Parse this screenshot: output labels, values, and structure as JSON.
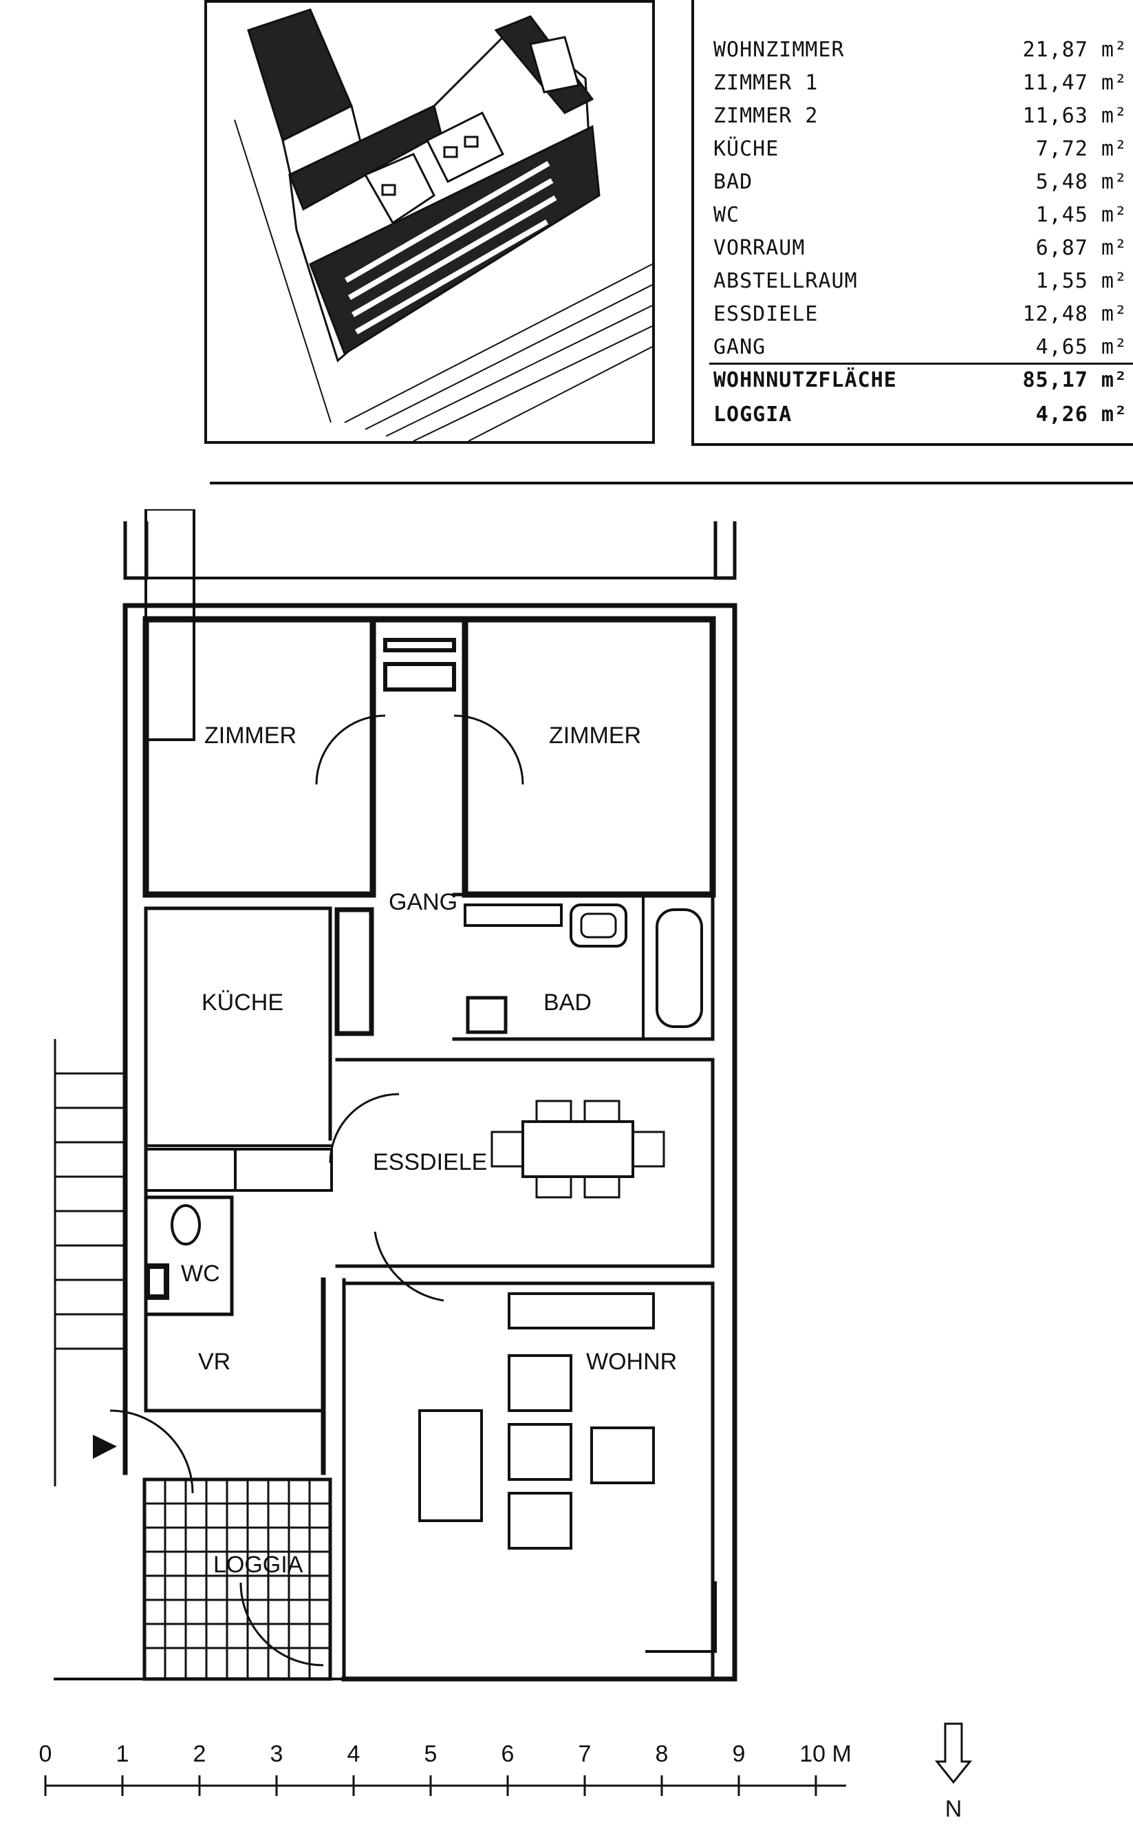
{
  "area_table": {
    "rows": [
      {
        "label": "WOHNZIMMER",
        "value": "21,87 m²"
      },
      {
        "label": "ZIMMER 1",
        "value": "11,47 m²"
      },
      {
        "label": "ZIMMER 2",
        "value": "11,63 m²"
      },
      {
        "label": "KÜCHE",
        "value": "7,72 m²"
      },
      {
        "label": "BAD",
        "value": "5,48 m²"
      },
      {
        "label": "WC",
        "value": "1,45 m²"
      },
      {
        "label": "VORRAUM",
        "value": "6,87 m²"
      },
      {
        "label": "ABSTELLRAUM",
        "value": "1,55 m²"
      },
      {
        "label": "ESSDIELE",
        "value": "12,48 m²"
      },
      {
        "label": "GANG",
        "value": "4,65 m²"
      }
    ],
    "total": {
      "label": "WOHNNUTZFLÄCHE",
      "value": "85,17 m²"
    },
    "loggia": {
      "label": "LOGGIA",
      "value": "4,26 m²"
    }
  },
  "rooms": {
    "zimmer1": "ZIMMER",
    "zimmer2": "ZIMMER",
    "gang": "GANG",
    "kueche": "KÜCHE",
    "bad": "BAD",
    "essdiele": "ESSDIELE",
    "wc": "WC",
    "vr": "VR",
    "wohnr": "WOHNR",
    "loggia": "LOGGIA"
  },
  "scale": {
    "ticks": [
      "0",
      "1",
      "2",
      "3",
      "4",
      "5",
      "6",
      "7",
      "8",
      "9",
      "10 M"
    ]
  },
  "north": "N"
}
